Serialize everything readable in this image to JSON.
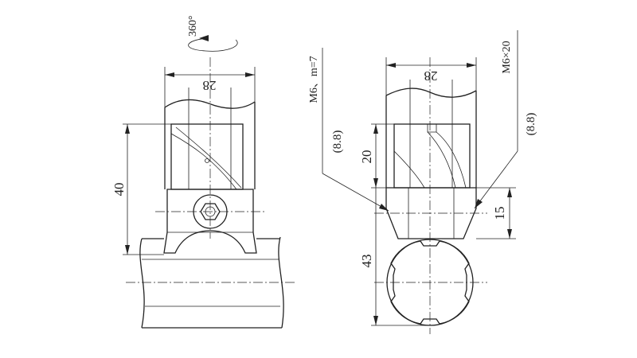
{
  "rotation_label": "360°",
  "left_view": {
    "width_dim": "28",
    "height_dim": "40"
  },
  "right_view": {
    "width_dim": "28",
    "note_left": "M6、m=7",
    "note_left_sub": "(8.8)",
    "note_right": "M6×20",
    "note_right_sub": "(8.8)",
    "dim_20": "20",
    "dim_15": "15",
    "dim_43": "43"
  },
  "colors": {
    "line": "#222222",
    "background": "#ffffff"
  }
}
